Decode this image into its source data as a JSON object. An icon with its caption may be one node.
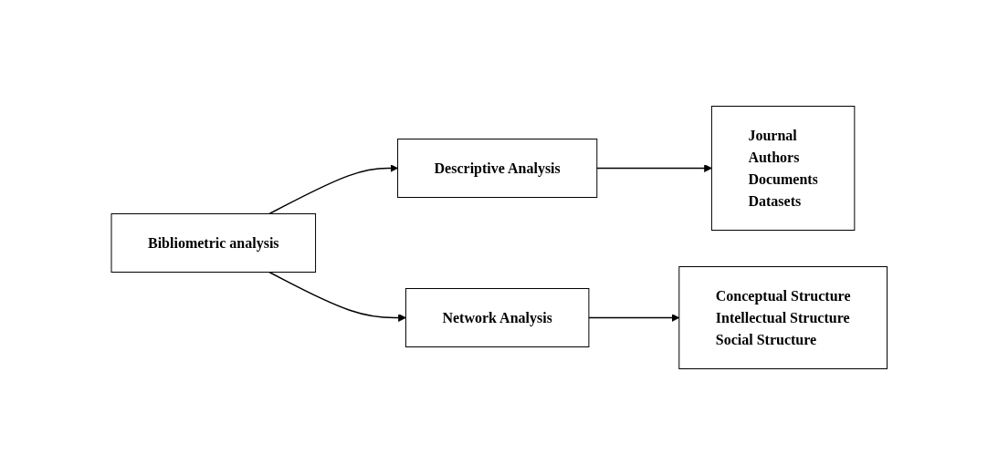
{
  "diagram": {
    "nodes": [
      {
        "text": [
          "Bibliometric analysis"
        ]
      },
      {
        "text": [
          "Descriptive Analysis"
        ]
      },
      {
        "text": [
          "Network Analysis"
        ]
      },
      {
        "text": [
          "Journal",
          "Authors",
          "Documents",
          "Datasets"
        ]
      },
      {
        "text": [
          "Conceptual Structure",
          "Intellectual Structure",
          "Social Structure"
        ]
      }
    ],
    "edges": [
      {
        "from": 0,
        "to": 1,
        "arrow": "to"
      },
      {
        "from": 0,
        "to": 2,
        "arrow": "to"
      },
      {
        "from": 1,
        "to": 3,
        "arrow": "to"
      },
      {
        "from": 2,
        "to": 4,
        "arrow": "to"
      }
    ]
  }
}
